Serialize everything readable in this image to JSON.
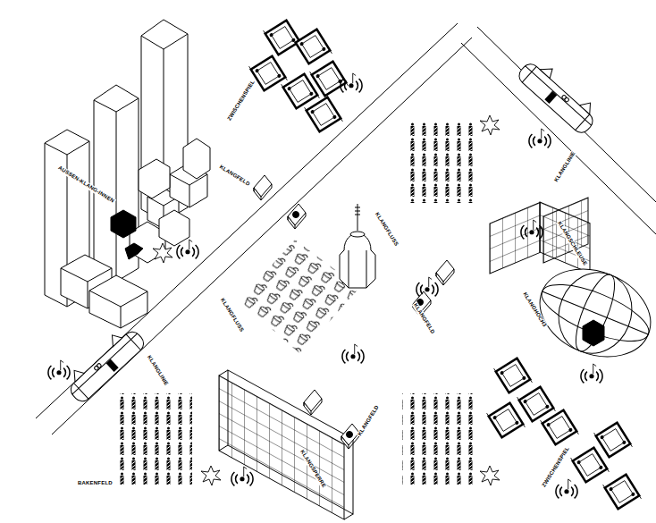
{
  "diagram": {
    "labels": [
      "ZWISCHENSPIEL",
      "KLANGFELD",
      "AUSSEN-KLANG-INNEN",
      "KLANGLINIE",
      "KLANGFLUSS",
      "KLANGSCHLEUSE",
      "KLANGFLUSS",
      "KLANGFELD",
      "KLANGHOCH3",
      "KLANGLINIE",
      "KLANGFELD",
      "KLANGSPERRE",
      "BAKENFELD",
      "ZWISCHENSPIEL"
    ]
  }
}
